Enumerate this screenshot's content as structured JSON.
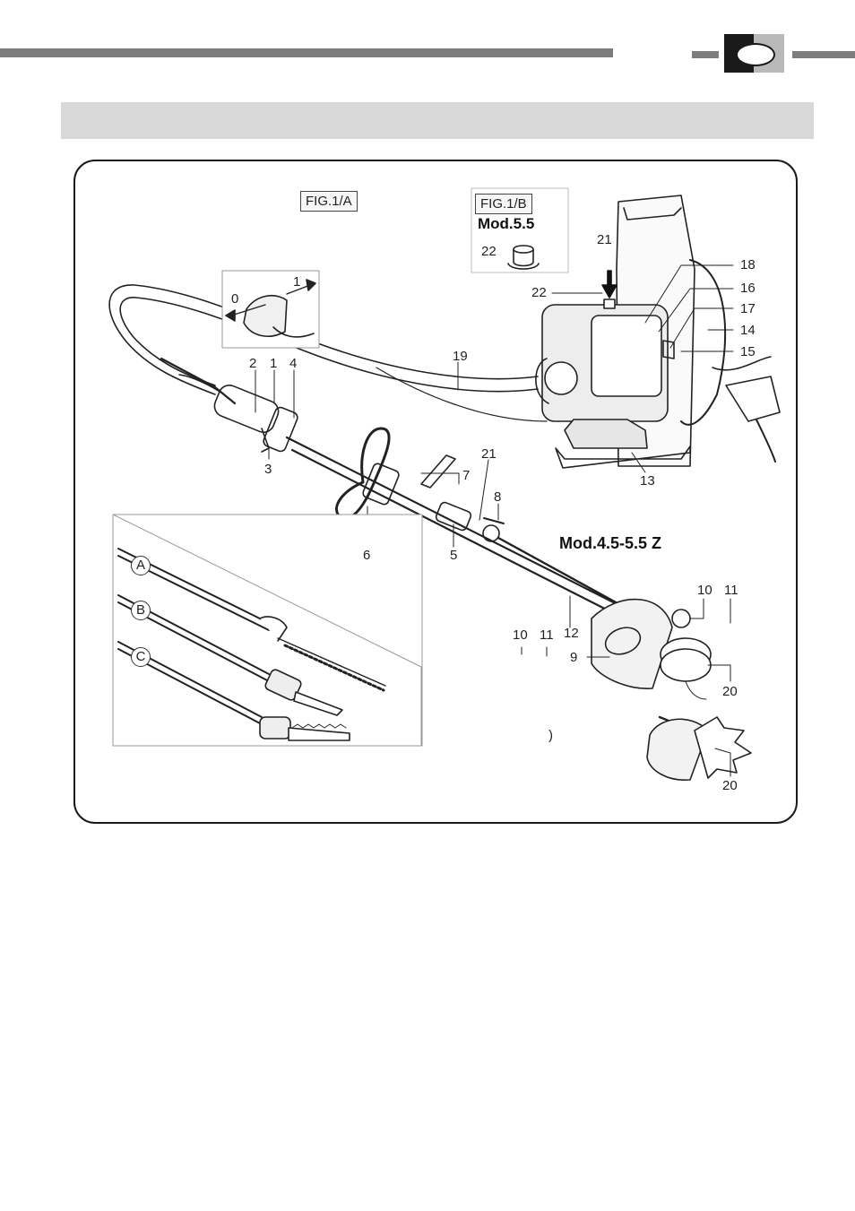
{
  "figure": {
    "fig_a_label": "FIG.1/A",
    "fig_b_label": "FIG.1/B",
    "mod_55": "Mod.5.5",
    "mod_45_55z": "Mod.4.5-5.5 Z",
    "partial_mark": ")",
    "callouts": {
      "n0": "0",
      "n1": "1",
      "n2": "2",
      "n3": "3",
      "n4": "4",
      "n5": "5",
      "n6": "6",
      "n7": "7",
      "n8": "8",
      "n9": "9",
      "n10": "10",
      "n11": "11",
      "n12": "12",
      "n13": "13",
      "n14": "14",
      "n15": "15",
      "n16": "16",
      "n17": "17",
      "n18": "18",
      "n19": "19",
      "n20": "20",
      "n21": "21",
      "n22": "22"
    },
    "attachments": {
      "a": "A",
      "b": "B",
      "c": "C"
    }
  }
}
